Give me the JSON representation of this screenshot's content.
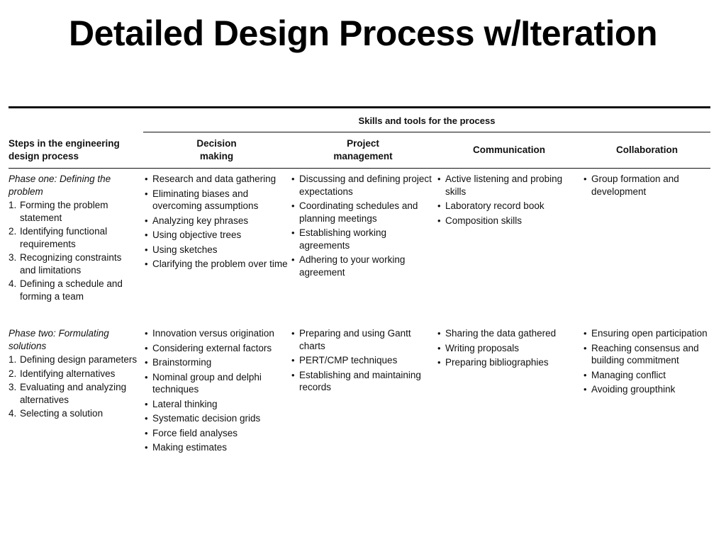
{
  "title": "Detailed Design Process w/Iteration",
  "table": {
    "skills_header": "Skills and tools for the process",
    "headers": {
      "steps": "Steps in the engineering design process",
      "decision": "Decision making",
      "project": "Project management",
      "communication": "Communication",
      "collaboration": "Collaboration"
    },
    "phases": [
      {
        "title": "Phase one: Defining the problem",
        "steps": [
          {
            "num": "1.",
            "text": "Forming the problem statement"
          },
          {
            "num": "2.",
            "text": "Identifying functional requirements"
          },
          {
            "num": "3.",
            "text": "Recognizing constraints and limitations"
          },
          {
            "num": "4.",
            "text": "Defining a schedule and forming a team"
          }
        ],
        "decision": [
          "Research and data gathering",
          "Eliminating biases and overcoming assumptions",
          "Analyzing key phrases",
          "Using objective trees",
          "Using sketches",
          "Clarifying the problem over time"
        ],
        "project": [
          "Discussing and defining project expectations",
          "Coordinating schedules and planning meetings",
          "Establishing working agreements",
          "Adhering to your working agreement"
        ],
        "communication": [
          "Active listening and probing skills",
          "Laboratory record book",
          "Composition skills"
        ],
        "collaboration": [
          "Group formation and development"
        ]
      },
      {
        "title": "Phase two: Formulating solutions",
        "steps": [
          {
            "num": "1.",
            "text": "Defining design parameters"
          },
          {
            "num": "2.",
            "text": "Identifying alternatives"
          },
          {
            "num": "3.",
            "text": "Evaluating and analyzing alternatives"
          },
          {
            "num": "4.",
            "text": "Selecting a solution"
          }
        ],
        "decision": [
          "Innovation versus origination",
          "Considering external factors",
          "Brainstorming",
          "Nominal group and delphi techniques",
          "Lateral thinking",
          "Systematic decision grids",
          "Force field analyses",
          "Making estimates"
        ],
        "project": [
          "Preparing and using Gantt charts",
          "PERT/CMP techniques",
          "Establishing and maintaining records"
        ],
        "communication": [
          "Sharing the data gathered",
          "Writing proposals",
          "Preparing bibliographies"
        ],
        "collaboration": [
          "Ensuring open participation",
          "Reaching consensus and building commitment",
          "Managing conflict",
          "Avoiding groupthink"
        ]
      }
    ]
  }
}
